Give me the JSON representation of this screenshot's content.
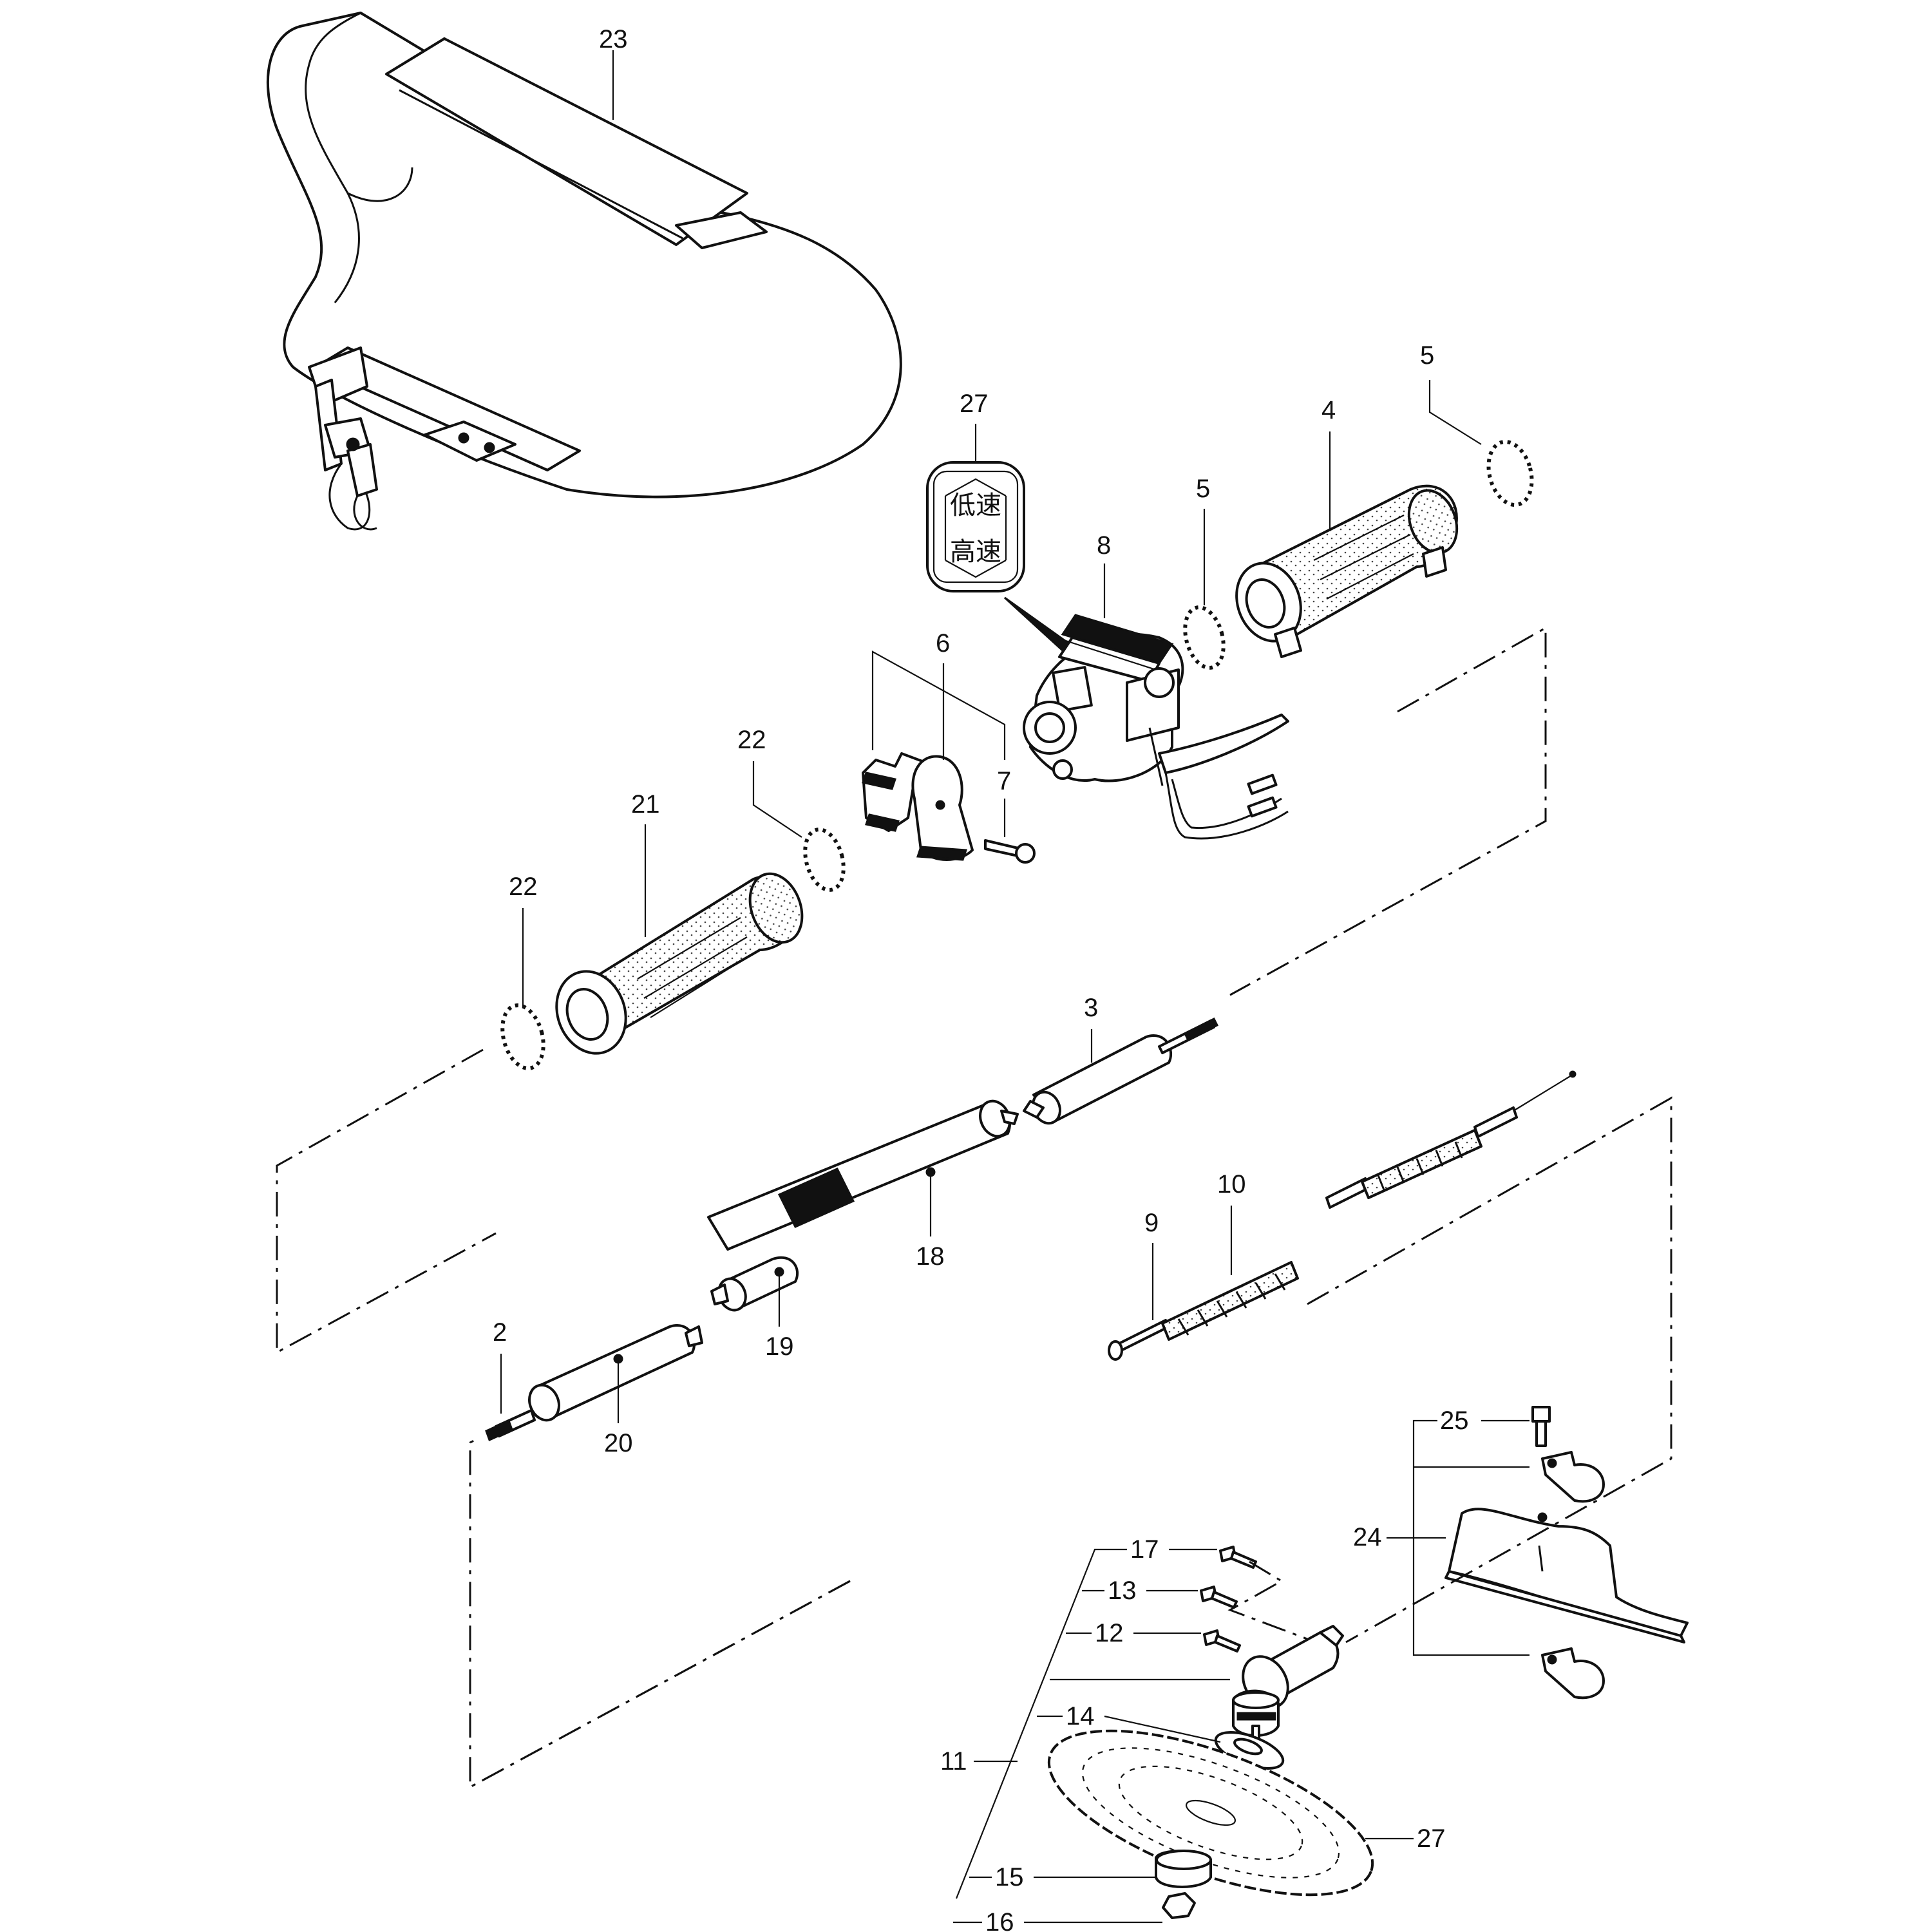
{
  "callouts": {
    "c23": "23",
    "c27_label": "27",
    "c5_a": "5",
    "c4": "4",
    "c5_b": "5",
    "c8": "8",
    "c6": "6",
    "c7": "7",
    "c22_a": "22",
    "c21": "21",
    "c22_b": "22",
    "c3": "3",
    "c18": "18",
    "c19": "19",
    "c2": "2",
    "c20": "20",
    "c10": "10",
    "c9": "9",
    "c25": "25",
    "c24": "24",
    "c17": "17",
    "c13": "13",
    "c12": "12",
    "c11": "11",
    "c14": "14",
    "c27_blade": "27",
    "c15": "15",
    "c16": "16"
  },
  "throttle_label": {
    "low_speed": "低速",
    "high_speed": "高速"
  }
}
